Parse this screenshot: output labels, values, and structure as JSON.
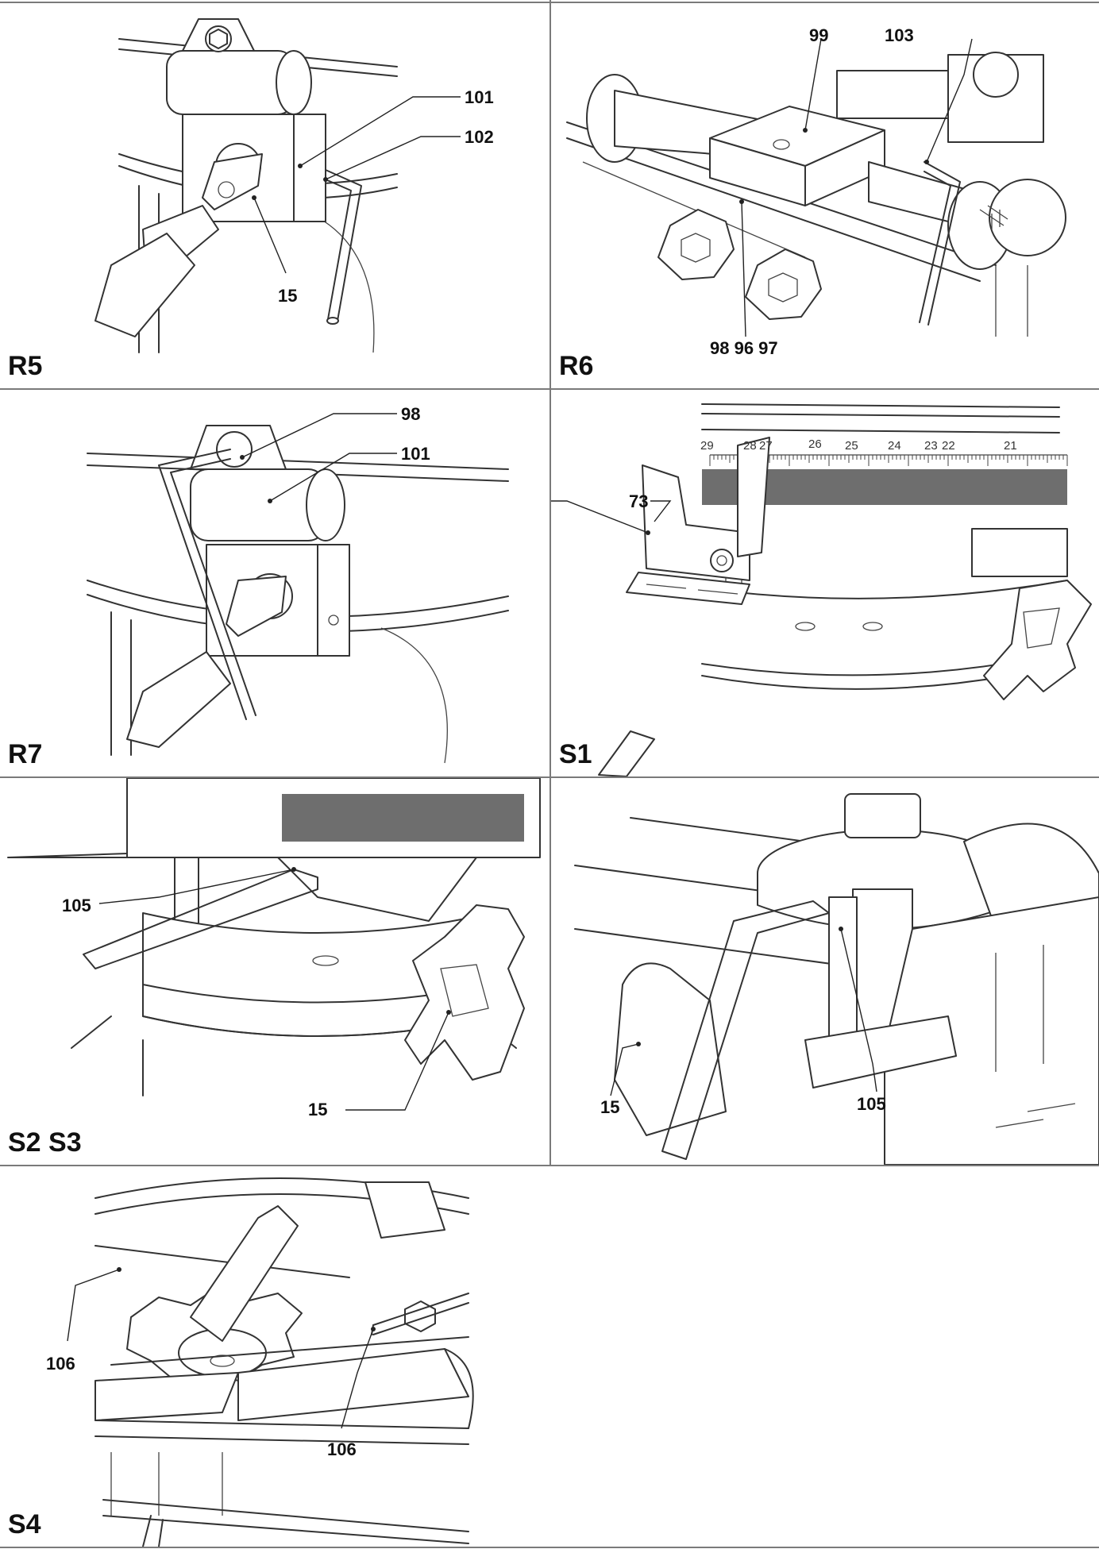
{
  "figures": [
    {
      "id": "R5",
      "label": "R5",
      "callouts": [
        "101",
        "102",
        "15"
      ]
    },
    {
      "id": "R6",
      "label": "R6",
      "callouts": [
        "99",
        "103",
        "98 96 97"
      ]
    },
    {
      "id": "R7",
      "label": "R7",
      "callouts": [
        "98",
        "101"
      ]
    },
    {
      "id": "S1",
      "label": "S1",
      "callouts": [
        "73"
      ],
      "scale_numbers": [
        "29",
        "28",
        "27",
        "26",
        "25",
        "24",
        "23",
        "22",
        "21"
      ]
    },
    {
      "id": "S2S3a",
      "label": "S2 S3",
      "callouts": [
        "105",
        "15"
      ]
    },
    {
      "id": "S2S3b",
      "label": "",
      "callouts": [
        "15",
        "105"
      ]
    },
    {
      "id": "S4",
      "label": "S4",
      "callouts": [
        "106",
        "106"
      ]
    }
  ],
  "colors": {
    "line": "#333333",
    "divider": "#7a7a7a",
    "shade": "#6e6e6e"
  }
}
